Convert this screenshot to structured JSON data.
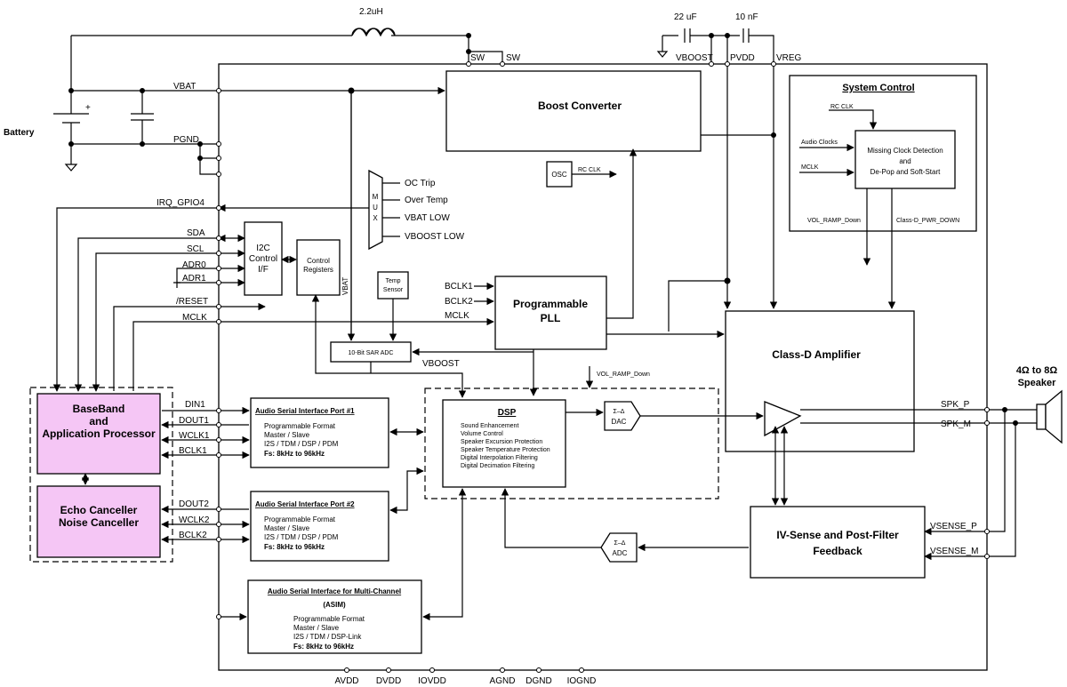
{
  "inductor": "2.2uH",
  "caps": {
    "vboost_cap": "22 uF",
    "vreg_cap": "10 nF"
  },
  "top_pins": {
    "sw1": "SW",
    "sw2": "SW",
    "vboost": "VBOOST",
    "pvdd": "PVDD",
    "vreg": "VREG"
  },
  "battery": {
    "label": "Battery",
    "plus": "+"
  },
  "left_pins": {
    "vbat": "VBAT",
    "pgnd": "PGND",
    "irq": "IRQ_GPIO4",
    "sda": "SDA",
    "scl": "SCL",
    "adr0": "ADR0",
    "adr1": "ADR1",
    "reset": "/RESET",
    "mclk": "MCLK",
    "din1": "DIN1",
    "dout1": "DOUT1",
    "wclk1": "WCLK1",
    "bclk1": "BCLK1",
    "dout2": "DOUT2",
    "wclk2": "WCLK2",
    "bclk2": "BCLK2"
  },
  "bottom_pins": [
    "AVDD",
    "DVDD",
    "IOVDD",
    "AGND",
    "DGND",
    "IOGND"
  ],
  "blocks": {
    "boost": "Boost Converter",
    "osc": "OSC",
    "rc_clk": "RC CLK",
    "system_control": "System Control",
    "sys_rc_clk": "RC CLK",
    "audio_clocks": "Audio Clocks",
    "sys_mclk": "MCLK",
    "missing_clock": [
      "Missing Clock Detection",
      "and",
      "De-Pop and Soft-Start"
    ],
    "vol_ramp": "VOL_RAMP_Down",
    "classd_pwr": "Class-D_PWR_DOWN",
    "mux_letters": [
      "M",
      "U",
      "X"
    ],
    "mux_inputs": [
      "OC Trip",
      "Over Temp",
      "VBAT LOW",
      "VBOOST LOW"
    ],
    "i2c": [
      "I2C",
      "Control",
      "I/F"
    ],
    "control_regs": [
      "Control",
      "Registers"
    ],
    "vbat_vertical": "VBAT",
    "temp_sensor": [
      "Temp",
      "Sensor"
    ],
    "sar_adc": "10-Bit SAR ADC",
    "vboost_adc": "VBOOST",
    "pll_inputs": [
      "BCLK1",
      "BCLK2",
      "MCLK"
    ],
    "pll": [
      "Programmable",
      "PLL"
    ],
    "classd": "Class-D Amplifier",
    "vol_ramp_dsp": "VOL_RAMP_Down",
    "dsp_title": "DSP",
    "dsp_features": [
      "Sound Enhancement",
      "Volume Control",
      "Speaker Excursion Protection",
      "Speaker Temperature Protection",
      "Digital Interpolation Filtering",
      "Digital Decimation Filtering"
    ],
    "dac": [
      "Σ–Δ",
      "DAC"
    ],
    "adc": [
      "Σ–Δ",
      "ADC"
    ],
    "ivsense": [
      "IV-Sense and Post-Filter",
      "Feedback"
    ],
    "asi1_title": "Audio Serial Interface Port #1",
    "asi1_lines": [
      "Programmable Format",
      "Master / Slave",
      "I2S / TDM / DSP / PDM",
      "Fs: 8kHz to 96kHz"
    ],
    "asi2_title": "Audio Serial Interface Port #2",
    "asi2_lines": [
      "Programmable Format",
      "Master / Slave",
      "I2S / TDM / DSP / PDM",
      "Fs: 8kHz to 96kHz"
    ],
    "asim_title": "Audio Serial Interface for Multi-Channel",
    "asim_sub": "(ASIM)",
    "asim_lines": [
      "Programmable Format",
      "Master / Slave",
      "I2S / TDM / DSP-Link",
      "Fs: 8kHz to 96kHz"
    ],
    "baseband": [
      "BaseBand",
      "and",
      "Application Processor"
    ],
    "echo": [
      "Echo Canceller",
      "Noise Canceller"
    ]
  },
  "outputs": {
    "spk_p": "SPK_P",
    "spk_m": "SPK_M",
    "vsense_p": "VSENSE_P",
    "vsense_m": "VSENSE_M"
  },
  "speaker": [
    "4Ω to 8Ω",
    "Speaker"
  ],
  "colors": {
    "host_fill": "#f5c6f5"
  }
}
